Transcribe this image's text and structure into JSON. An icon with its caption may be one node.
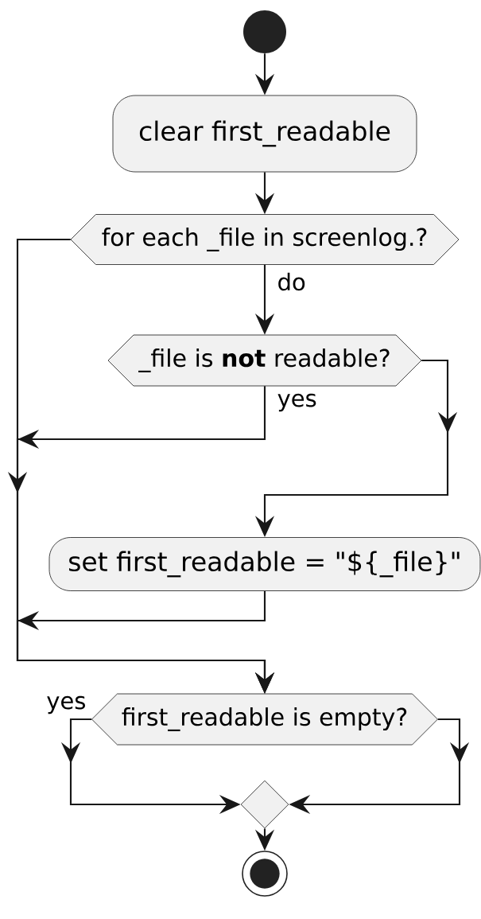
{
  "diagram": {
    "nodes": [
      {
        "text": [],
        "shape": "circle"
      },
      {
        "text": [
          "clear first_readable"
        ]
      },
      {
        "text": [
          "for each _file in screenlog.?"
        ]
      },
      {
        "text": [
          "_file is **not** readable?"
        ]
      },
      {
        "text": [
          "set first_readable = \"${_file}\""
        ]
      },
      {
        "text": [
          "first_readable is empty?"
        ]
      },
      {
        "text": [],
        "shape": "diamond"
      },
      {
        "text": [],
        "shape": "circle"
      }
    ],
    "edges": [
      {
        "from": 0,
        "to": 1,
        "arrow": "to"
      },
      {
        "from": 1,
        "to": 2,
        "arrow": "to"
      },
      {
        "from": 2,
        "to": 3,
        "arrow": "to",
        "label": "do"
      },
      {
        "from": 3,
        "to": 5,
        "arrow": "to",
        "label": "yes"
      },
      {
        "from": 3,
        "to": 4,
        "arrow": "to"
      },
      {
        "from": 4,
        "to": 5,
        "arrow": "to"
      },
      {
        "from": 2,
        "to": 5,
        "arrow": "to"
      },
      {
        "from": 5,
        "to": 6,
        "arrow": "to",
        "label": "yes"
      },
      {
        "from": 5,
        "to": 6,
        "arrow": "to"
      },
      {
        "from": 6,
        "to": 7,
        "arrow": "to"
      }
    ]
  }
}
